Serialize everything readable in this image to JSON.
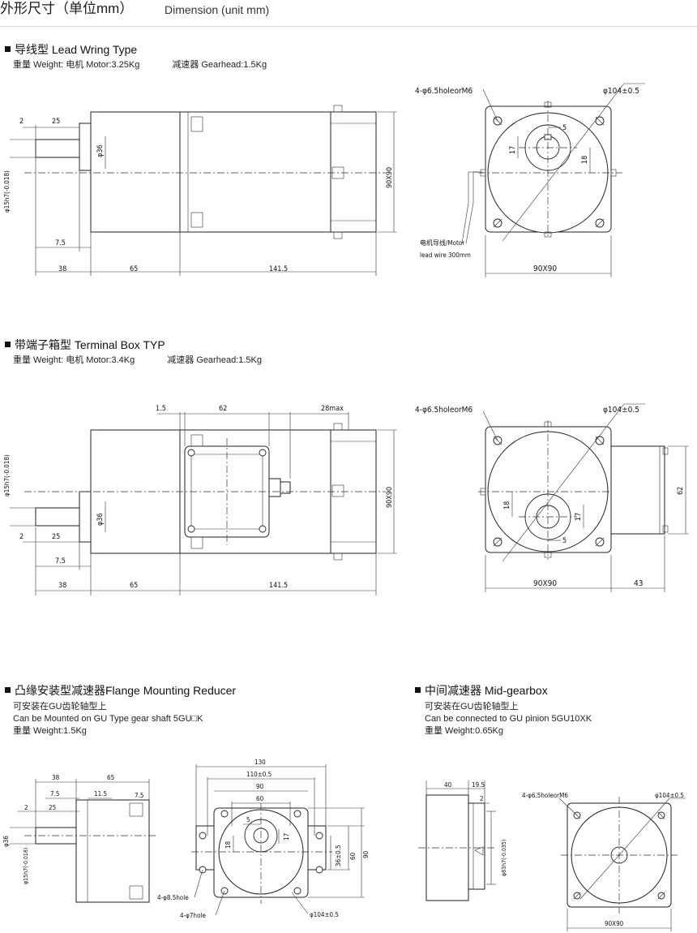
{
  "header": {
    "title_cn": "外形尺寸（单位mm）",
    "title_en": "Dimension (unit mm)"
  },
  "sections": {
    "lead": {
      "title": "导线型 Lead Wring Type",
      "weight_label": "重量 Weight:",
      "motor_weight": "电机 Motor:3.25Kg",
      "gear_weight": "减速器 Gearhead:1.5Kg",
      "dims": {
        "d2": "2",
        "d25": "25",
        "d36": "φ36",
        "d15": "φ15h7(-0.018)",
        "d75": "7.5",
        "d38": "38",
        "d65": "65",
        "d1415": "141.5",
        "d9090v": "90X90",
        "holes": "4-φ6.5holeorM6",
        "pcd": "φ104±0.5",
        "d5": "5",
        "d17": "17",
        "d18": "18",
        "wire_cn": "电机导线/Motor",
        "wire_en": "lead wire 300mm",
        "d9090h": "90X90"
      }
    },
    "terminal": {
      "title": "带端子箱型 Terminal Box TYP",
      "weight_label": "重量 Weight:",
      "motor_weight": "电机 Motor:3.4Kg",
      "gear_weight": "减速器 Gearhead:1.5Kg",
      "dims": {
        "d15t": "1.5",
        "d62": "62",
        "d28": "28max",
        "d15": "φ15h7(-0.018)",
        "d36": "φ36",
        "d2": "2",
        "d25": "25",
        "d75": "7.5",
        "d38": "38",
        "d65": "65",
        "d1415": "141.5",
        "d9090v": "90X90",
        "holes": "4-φ6.5holeorM6",
        "pcd": "φ104±0.5",
        "d18": "18",
        "d17": "17",
        "d5": "5",
        "d62v": "62",
        "d9090h": "90X90",
        "d43": "43"
      }
    },
    "flange": {
      "title": "凸缘安装型减速器Flange Mounting Reducer",
      "line1": "可安装在GU齿轮轴型上",
      "line2": "Can be Mounted on GU Type gear shaft 5GU□K",
      "line3": "重量 Weight:1.5Kg",
      "dims": {
        "d38": "38",
        "d65": "65",
        "d75a": "7.5",
        "d115": "11.5",
        "d75b": "7.5",
        "d2": "2",
        "d25": "25",
        "d36": "φ36",
        "d15": "φ15h7(-0.018)",
        "d130": "130",
        "d110": "110±0.5",
        "d90": "90",
        "d60": "60",
        "d5": "5",
        "d17": "17",
        "d18": "18",
        "d365": "36±0.5",
        "d60v": "60",
        "d90v": "90",
        "h85": "4-φ8.5hole",
        "h7": "4-φ7hole",
        "pcd": "φ104±0.5"
      }
    },
    "mid": {
      "title": "中间减速器 Mid-gearbox",
      "line1": "可安装在GU齿轮轴型上",
      "line2": "Can be connected to GU pinion 5GU10XK",
      "line3": "重量 Weight:0.65Kg",
      "dims": {
        "d40": "40",
        "d195": "19.5",
        "d2": "2",
        "holes": "4-φ6.5holeorM6",
        "pcd": "φ104±0.5",
        "d83": "φ83h7(-0.035)",
        "d9090": "90X90"
      }
    }
  }
}
